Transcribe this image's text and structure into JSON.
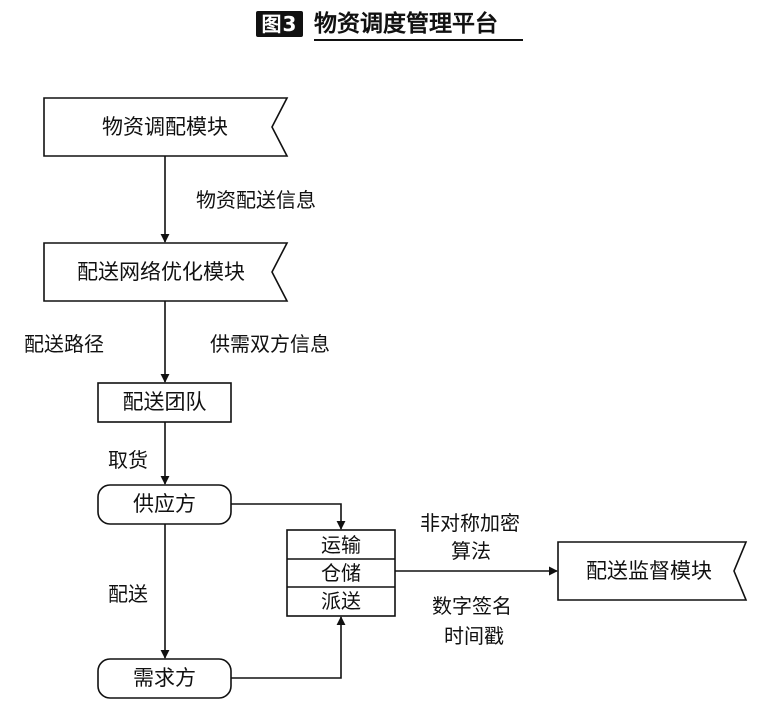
{
  "title": {
    "badge": "图3",
    "text": "物资调度管理平台"
  },
  "nodes": {
    "dispatch_module": "物资调配模块",
    "network_module": "配送网络优化模块",
    "team": "配送团队",
    "supplier": "供应方",
    "demander": "需求方",
    "transport": "运输",
    "storage": "仓储",
    "delivery": "派送",
    "supervision_module": "配送监督模块"
  },
  "edge_labels": {
    "dispatch_info": "物资配送信息",
    "route": "配送路径",
    "supply_demand_info": "供需双方信息",
    "pickup": "取货",
    "deliver": "配送",
    "encryption_1": "非对称加密",
    "encryption_2": "算法",
    "signature": "数字签名",
    "timestamp": "时间戳"
  },
  "colors": {
    "line": "#111111",
    "background": "#ffffff"
  }
}
